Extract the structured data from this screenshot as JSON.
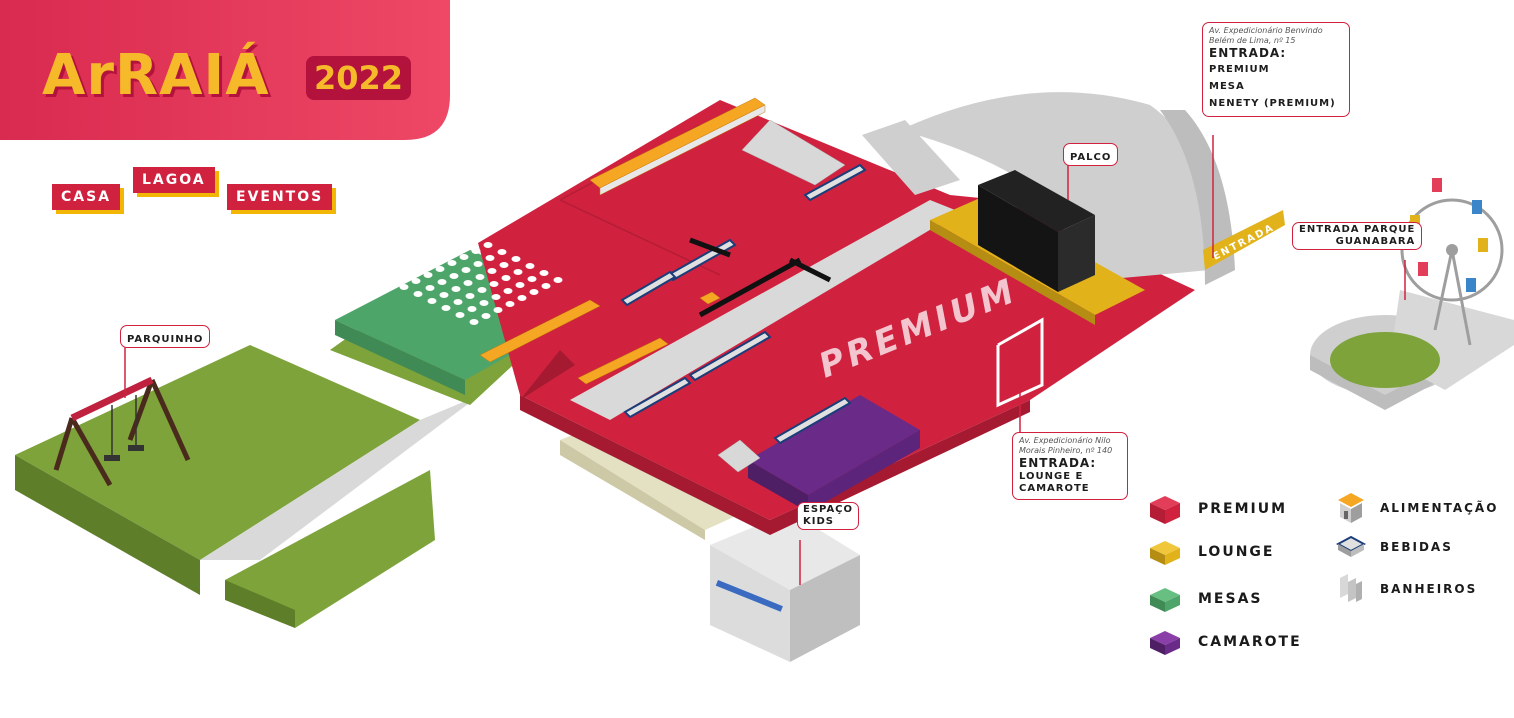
{
  "header": {
    "title": "ArRAIÁ",
    "year": "2022",
    "nav": [
      "CASA",
      "LAGOA",
      "EVENTOS"
    ]
  },
  "map": {
    "premium_label": "PREMIUM",
    "stage_label": "PALCO",
    "entrance_sign": "ENTRADA",
    "playground": "PARQUINHO",
    "kids_space": "ESPAÇO\nKIDS",
    "park_entrance": "ENTRADA PARQUE\nGUANABARA",
    "entrance_1": {
      "address": "Av. Expedicionário Benvindo Belém de Lima, nº 15",
      "title": "ENTRADA:",
      "items": [
        "PREMIUM",
        "MESA",
        "NENETY (PREMIUM)"
      ]
    },
    "entrance_2": {
      "address": "Av. Expedicionário Nilo Morais Pinheiro, nº 140",
      "title": "ENTRADA:",
      "items": [
        "LOUNGE E",
        "CAMAROTE"
      ]
    }
  },
  "legend": {
    "zones": [
      {
        "label": "PREMIUM",
        "color": "#d0223f"
      },
      {
        "label": "LOUNGE",
        "color": "#e2b21a"
      },
      {
        "label": "MESAS",
        "color": "#4ea56a"
      },
      {
        "label": "CAMAROTE",
        "color": "#6a2a87"
      }
    ],
    "facilities": [
      {
        "label": "ALIMENTAÇÃO",
        "icon": "food-stall-icon"
      },
      {
        "label": "BEBIDAS",
        "icon": "bar-icon"
      },
      {
        "label": "BANHEIROS",
        "icon": "toilet-icon"
      }
    ]
  },
  "colors": {
    "premium": "#d0223f",
    "lounge": "#e2b21a",
    "mesas": "#4ea56a",
    "camarote": "#6a2a87",
    "grass": "#7da33a",
    "walkway": "#d9d9d9",
    "brand_pink": "#e8395f",
    "brand_gold": "#f6b92a"
  }
}
